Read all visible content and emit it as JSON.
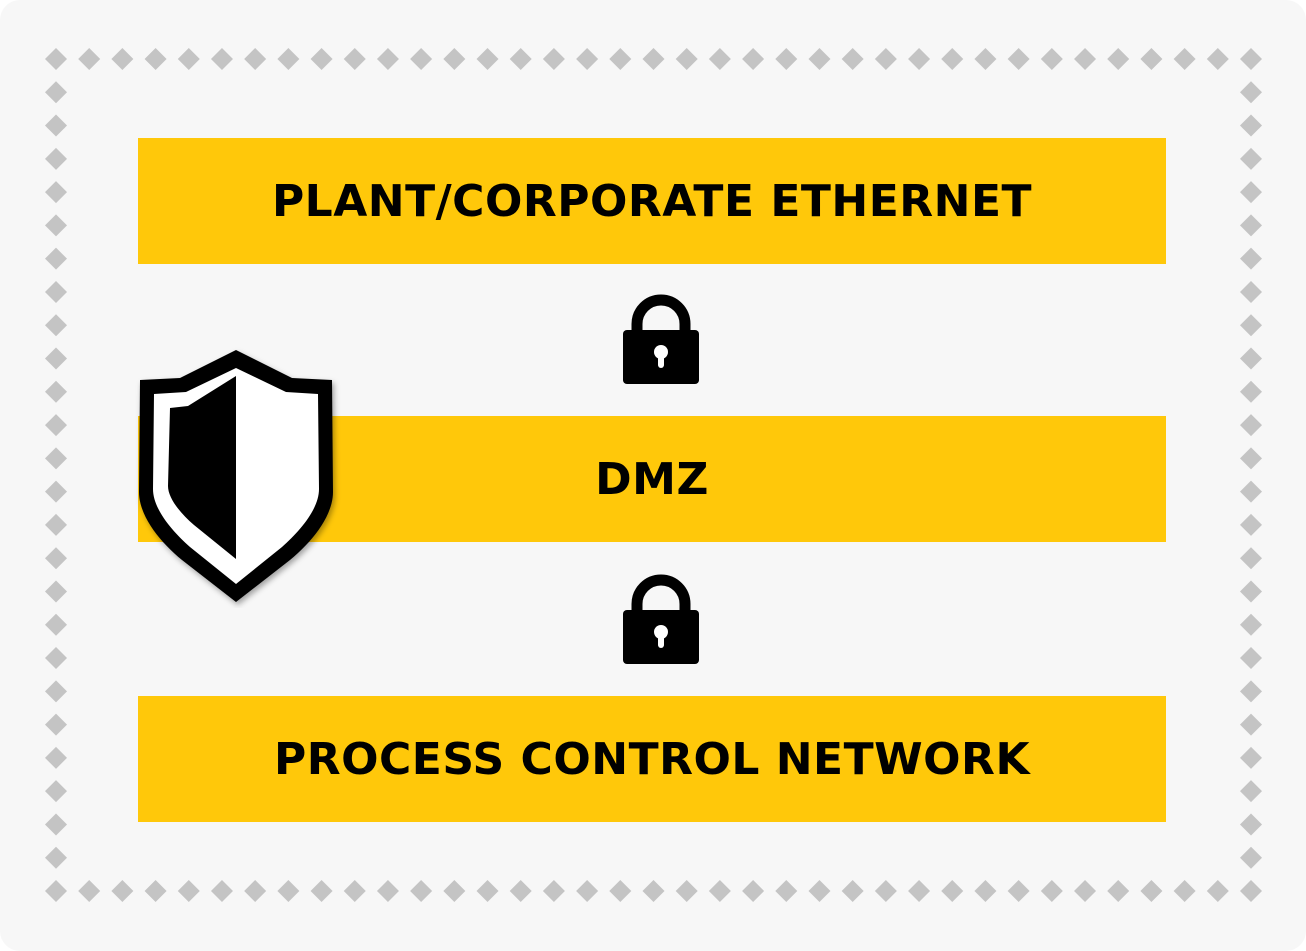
{
  "layers": [
    {
      "id": "corporate",
      "label": "PLANT/CORPORATE ETHERNET"
    },
    {
      "id": "dmz",
      "label": "DMZ"
    },
    {
      "id": "process",
      "label": "PROCESS CONTROL NETWORK"
    }
  ],
  "connectors": [
    {
      "icon": "lock-icon",
      "between": [
        "corporate",
        "dmz"
      ]
    },
    {
      "icon": "lock-icon",
      "between": [
        "dmz",
        "process"
      ]
    }
  ],
  "badge": {
    "icon": "shield-icon",
    "attached_to": "dmz"
  },
  "colors": {
    "band": "#ffc80a",
    "text": "#000000",
    "background": "#f7f7f7",
    "border_dots": "#c4c4c4",
    "icon": "#000000"
  }
}
